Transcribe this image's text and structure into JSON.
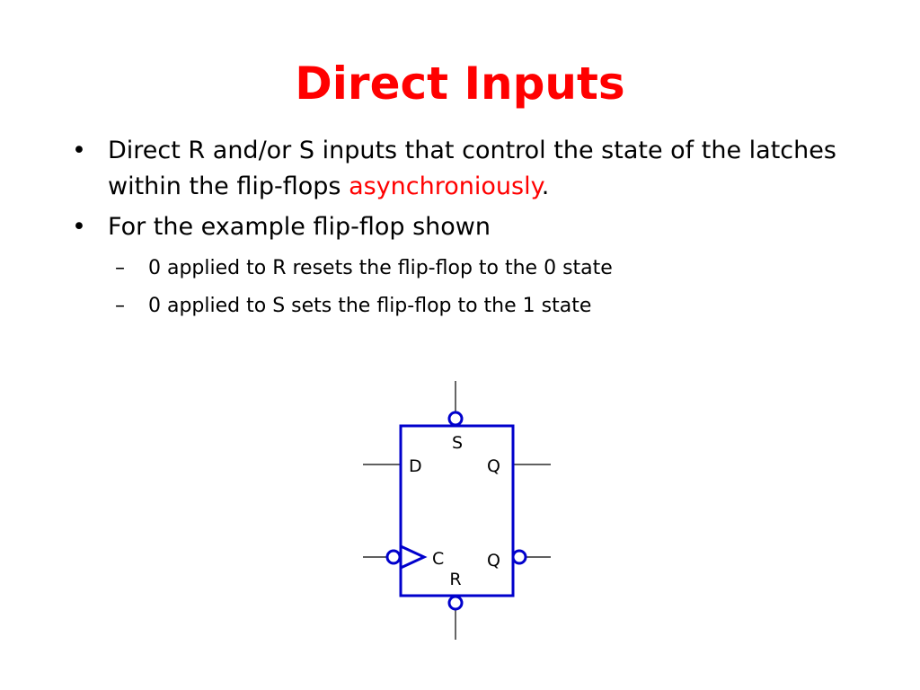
{
  "slide": {
    "title": "Direct Inputs",
    "bullets": [
      {
        "marker": "•",
        "text_before": "Direct R and/or S inputs that control the state of the latches within the flip-flops ",
        "emphasis": "asynchroniously",
        "text_after": "."
      },
      {
        "marker": "•",
        "text": "For the example flip-flop shown",
        "sub_bullets": [
          {
            "marker": "–",
            "text": "0 applied to R resets the flip-flop to the 0 state"
          },
          {
            "marker": "–",
            "text": "0 applied to S sets the flip-flop to the 1 state"
          }
        ]
      }
    ]
  },
  "diagram": {
    "labels": {
      "s": "S",
      "d": "D",
      "q": "Q",
      "c": "C",
      "q_bar": "Q",
      "r": "R"
    }
  },
  "colors": {
    "title": "#ff0000",
    "emphasis": "#ff0000",
    "flip_flop_outline": "#0000cc",
    "wire": "#000000"
  }
}
